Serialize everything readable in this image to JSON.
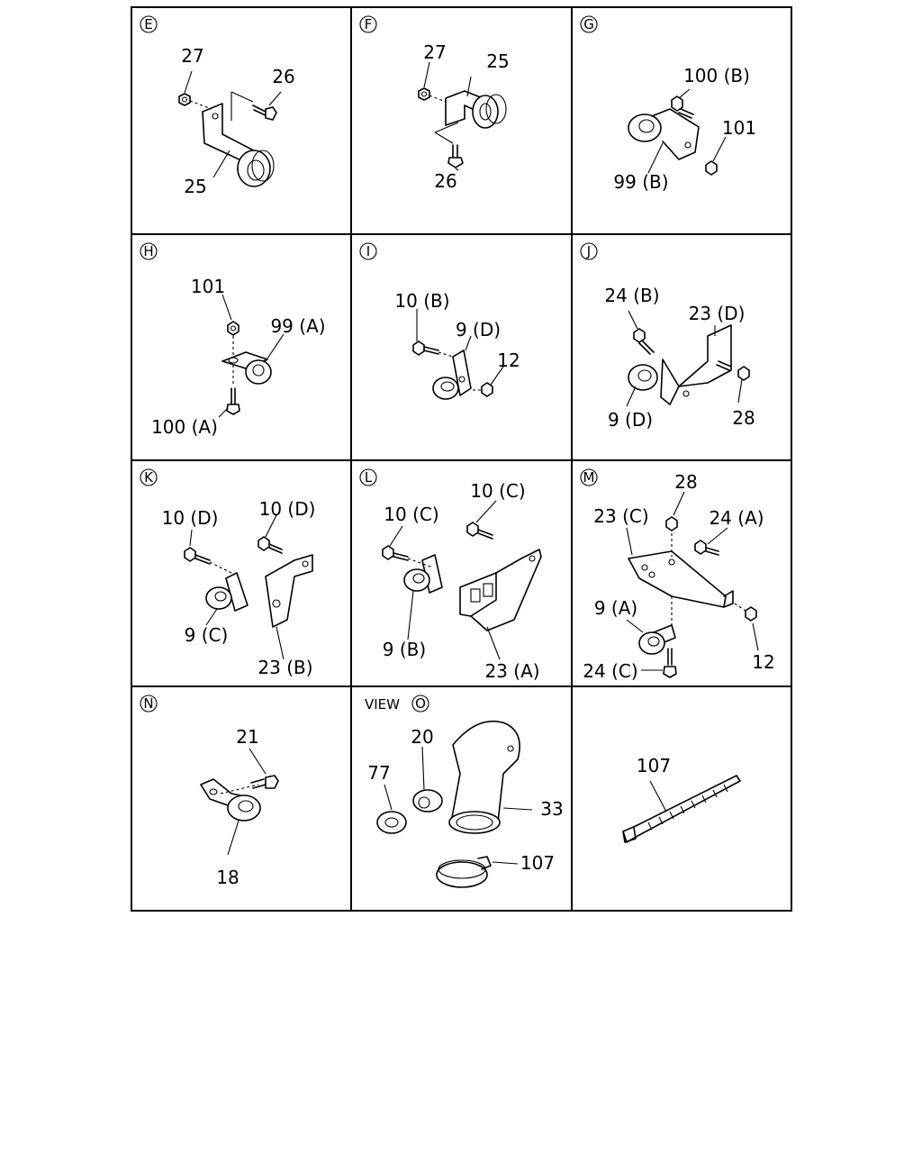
{
  "panels": [
    {
      "id": "E",
      "letter": "E",
      "labels": {
        "a": "27",
        "b": "26",
        "c": "25"
      }
    },
    {
      "id": "F",
      "letter": "F",
      "labels": {
        "a": "27",
        "b": "25",
        "c": "26"
      }
    },
    {
      "id": "G",
      "letter": "G",
      "labels": {
        "a": "100 (B)",
        "b": "101",
        "c": "99 (B)"
      }
    },
    {
      "id": "H",
      "letter": "H",
      "labels": {
        "a": "101",
        "b": "99 (A)",
        "c": "100 (A)"
      }
    },
    {
      "id": "I",
      "letter": "I",
      "labels": {
        "a": "10 (B)",
        "b": "9 (D)",
        "c": "12"
      }
    },
    {
      "id": "J",
      "letter": "J",
      "labels": {
        "a": "24 (B)",
        "b": "23 (D)",
        "c": "9 (D)",
        "d": "28"
      }
    },
    {
      "id": "K",
      "letter": "K",
      "labels": {
        "a": "10 (D)",
        "b": "10 (D)",
        "c": "9 (C)",
        "d": "23 (B)"
      }
    },
    {
      "id": "L",
      "letter": "L",
      "labels": {
        "a": "10 (C)",
        "b": "10 (C)",
        "c": "9 (B)",
        "d": "23 (A)"
      }
    },
    {
      "id": "M",
      "letter": "M",
      "labels": {
        "a": "28",
        "b": "23 (C)",
        "c": "24 (A)",
        "d": "9 (A)",
        "e": "12",
        "f": "24 (C)"
      }
    },
    {
      "id": "N",
      "letter": "N",
      "labels": {
        "a": "21",
        "b": "18"
      }
    },
    {
      "id": "O",
      "letter": "O",
      "view_prefix": "VIEW",
      "labels": {
        "a": "20",
        "b": "77",
        "c": "33",
        "d": "107"
      }
    },
    {
      "id": "tie",
      "labels": {
        "a": "107"
      }
    }
  ]
}
